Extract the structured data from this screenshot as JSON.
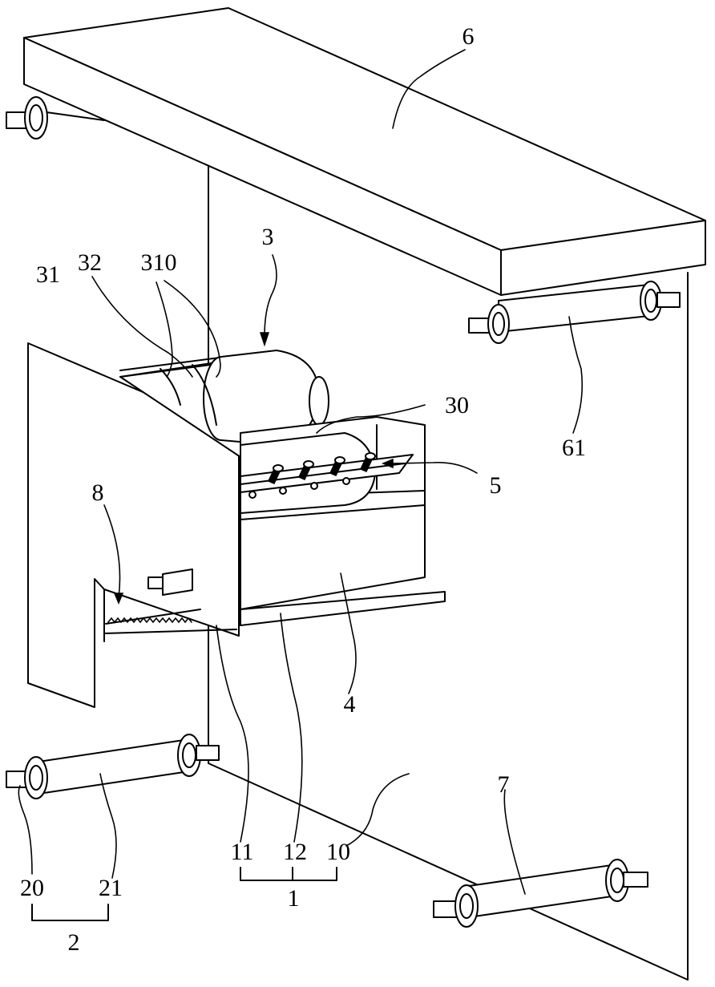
{
  "labels": {
    "l6": "6",
    "l3": "3",
    "l32": "32",
    "l310": "310",
    "l31": "31",
    "l30": "30",
    "l5": "5",
    "l61": "61",
    "l8": "8",
    "l4": "4",
    "l7": "7",
    "l11": "11",
    "l12": "12",
    "l10": "10",
    "l1": "1",
    "l20": "20",
    "l21": "21",
    "l2": "2"
  }
}
